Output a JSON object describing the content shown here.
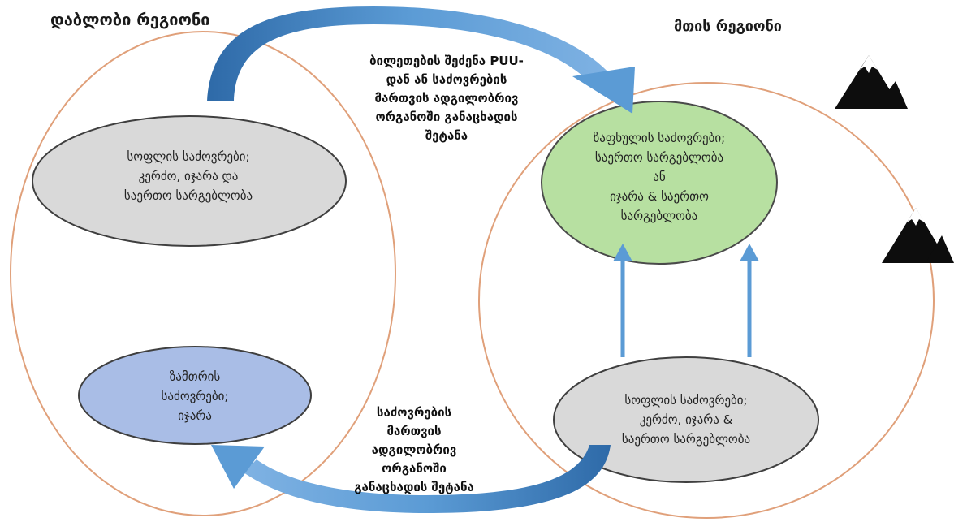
{
  "regions": {
    "lowland_title": "დაბლობი რეგიონი",
    "mountain_title": "მთის რეგიონი"
  },
  "nodes": {
    "village_lowland": [
      "სოფლის საძოვრები;",
      "კერძო, იჯარა და",
      "საერთო სარგებლობა"
    ],
    "winter_pastures": [
      "ზამთრის",
      "საძოვრები;",
      "იჯარა"
    ],
    "summer_pastures": [
      "ზაფხულის საძოვრები;",
      "საერთო სარგებლობა",
      "ან",
      "იჯარა & საერთო",
      "სარგებლობა"
    ],
    "village_mountain": [
      "სოფლის საძოვრები;",
      "კერძო, იჯარა &",
      "საერთო სარგებლობა"
    ]
  },
  "arrows": {
    "top": [
      "ბილეთების შეძენა PUU-",
      "დან ან საძოვრების",
      "მართვის ადგილობრივ",
      "ორგანოში განაცხადის",
      "შეტანა"
    ],
    "bottom": [
      "საძოვრების",
      "მართვის",
      "ადგილობრივ",
      "ორგანოში",
      "განაცხადის შეტანა"
    ]
  },
  "icons": [
    "mountain-icon",
    "mountain-icon",
    "arrow-up-icon",
    "arrow-up-icon"
  ],
  "colors": {
    "region_outline": "#e0a07a",
    "village_fill": "#d9d9d9",
    "winter_fill": "#a9bde6",
    "summer_fill": "#b7e0a1",
    "arrow_blue": "#5b9bd5",
    "arrow_blue_dark": "#2e6aa8"
  }
}
